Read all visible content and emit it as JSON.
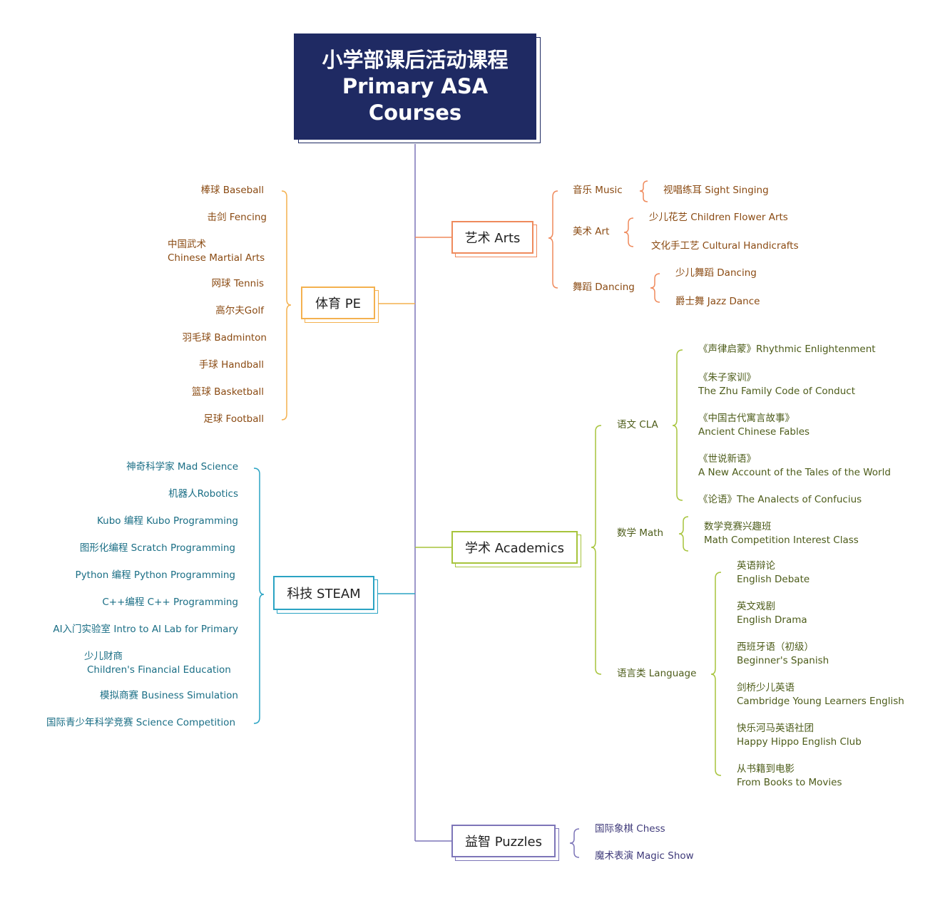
{
  "title": {
    "line1": "小学部课后活动课程",
    "line2": "Primary ASA",
    "line3": "Courses"
  },
  "colors": {
    "root": "#1f2a63",
    "pe": "#f4b14f",
    "steam": "#2aa3c3",
    "arts": "#ef8a5c",
    "academics": "#a7c43c",
    "puzzles": "#7d75b8"
  },
  "branches": {
    "pe": {
      "label": "体育 PE",
      "items": [
        "棒球 Baseball",
        "击剑 Fencing",
        "中国武术",
        "Chinese Martial Arts",
        "网球 Tennis",
        "高尔夫Golf",
        "羽毛球 Badminton",
        "手球 Handball",
        "篮球 Basketball",
        "足球 Football"
      ]
    },
    "steam": {
      "label": "科技 STEAM",
      "items": [
        "神奇科学家 Mad Science",
        "机器人Robotics",
        "Kubo 编程 Kubo Programming",
        "图形化编程 Scratch Programming",
        "Python 编程 Python Programming",
        "C++编程 C++ Programming",
        "AI入门实验室 Intro to AI Lab for Primary",
        "少儿财商",
        "Children's Financial Education",
        "模拟商赛 Business Simulation",
        "国际青少年科学竞赛 Science Competition"
      ]
    },
    "arts": {
      "label": "艺术 Arts",
      "music": {
        "label": "音乐 Music",
        "items": [
          "视唱练耳 Sight Singing"
        ]
      },
      "art": {
        "label": "美术 Art",
        "items": [
          "少儿花艺 Children Flower Arts",
          "文化手工艺  Cultural Handicrafts"
        ]
      },
      "dancing": {
        "label": "舞蹈 Dancing",
        "items": [
          "少儿舞蹈 Dancing",
          "爵士舞 Jazz Dance"
        ]
      }
    },
    "academics": {
      "label": "学术 Academics",
      "cla": {
        "label": "语文 CLA",
        "items": [
          "《声律启蒙》Rhythmic Enlightenment",
          "《朱子家训》",
          "The Zhu Family Code of Conduct",
          "《中国古代寓言故事》",
          "Ancient Chinese Fables",
          "《世说新语》",
          "A New Account of the Tales of the World",
          "《论语》The Analects of Confucius"
        ]
      },
      "math": {
        "label": "数学 Math",
        "items": [
          "数学竞赛兴趣班",
          "Math Competition Interest Class"
        ]
      },
      "language": {
        "label": "语言类 Language",
        "items": [
          "英语辩论",
          "English Debate",
          "英文戏剧",
          "English Drama",
          "西班牙语（初级）",
          "Beginner's Spanish",
          "剑桥少儿英语",
          "Cambridge Young Learners English",
          "快乐河马英语社团",
          "Happy Hippo English Club",
          "从书籍到电影",
          "From Books to Movies"
        ]
      }
    },
    "puzzles": {
      "label": "益智 Puzzles",
      "items": [
        "国际象棋 Chess",
        "魔术表演 Magic Show"
      ]
    }
  }
}
